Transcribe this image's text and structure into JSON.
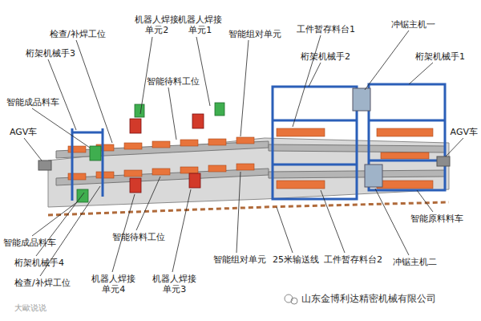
{
  "diagram": {
    "labels": [
      "检查/补焊工位",
      "机器人焊接 单元2",
      "机器人焊接 单元1",
      "智能组对单元",
      "工件暂存料台1",
      "冲锯主机一",
      "桁架机械手3",
      "智能待料工位",
      "桁架机械手2",
      "桁架机械手1",
      "智能成品料车",
      "AGV车",
      "AGV车",
      "智能原料料车",
      "智能成品料车",
      "桁架机械手4",
      "检查/补焊工位",
      "机器人焊接 单元4",
      "智能待料工位",
      "机器人焊接 单元3",
      "智能组对单元",
      "25米输送线",
      "工件暂存料台2",
      "冲锯主机二",
      "山东金博利达精密机械有限公司",
      "大歐说说"
    ]
  }
}
